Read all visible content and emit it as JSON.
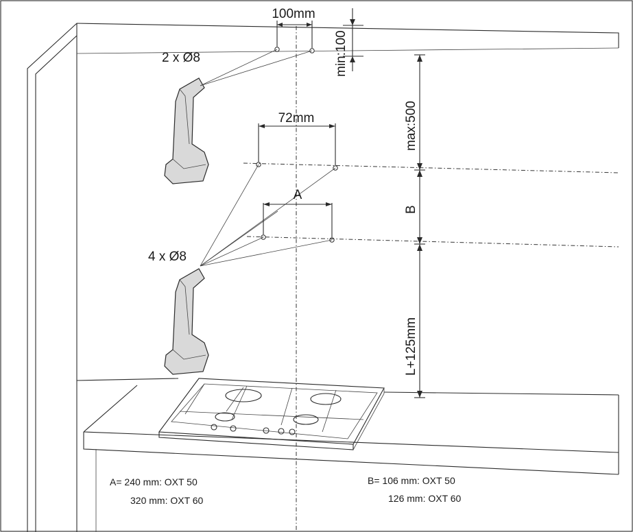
{
  "labels": {
    "dim_100": "100mm",
    "min_100": "min:100",
    "holes_top": "2 x Ø8",
    "dim_72": "72mm",
    "max_500": "max:500",
    "dim_A": "A",
    "dim_B": "B",
    "holes_bottom": "4 x Ø8",
    "dim_L125": "L+125mm"
  },
  "notes": {
    "a_line1": "A= 240 mm: OXT 50",
    "a_line2": "320 mm: OXT 60",
    "b_line1": "B= 106 mm: OXT 50",
    "b_line2": "126 mm: OXT 60"
  },
  "colors": {
    "stroke": "#2a2a2a",
    "background": "#ffffff",
    "bracket": "#d9d9d9"
  },
  "icons": [
    "wall-bracket-icon",
    "wall-bracket-icon",
    "gas-hob-icon",
    "screw-hole-icon"
  ]
}
